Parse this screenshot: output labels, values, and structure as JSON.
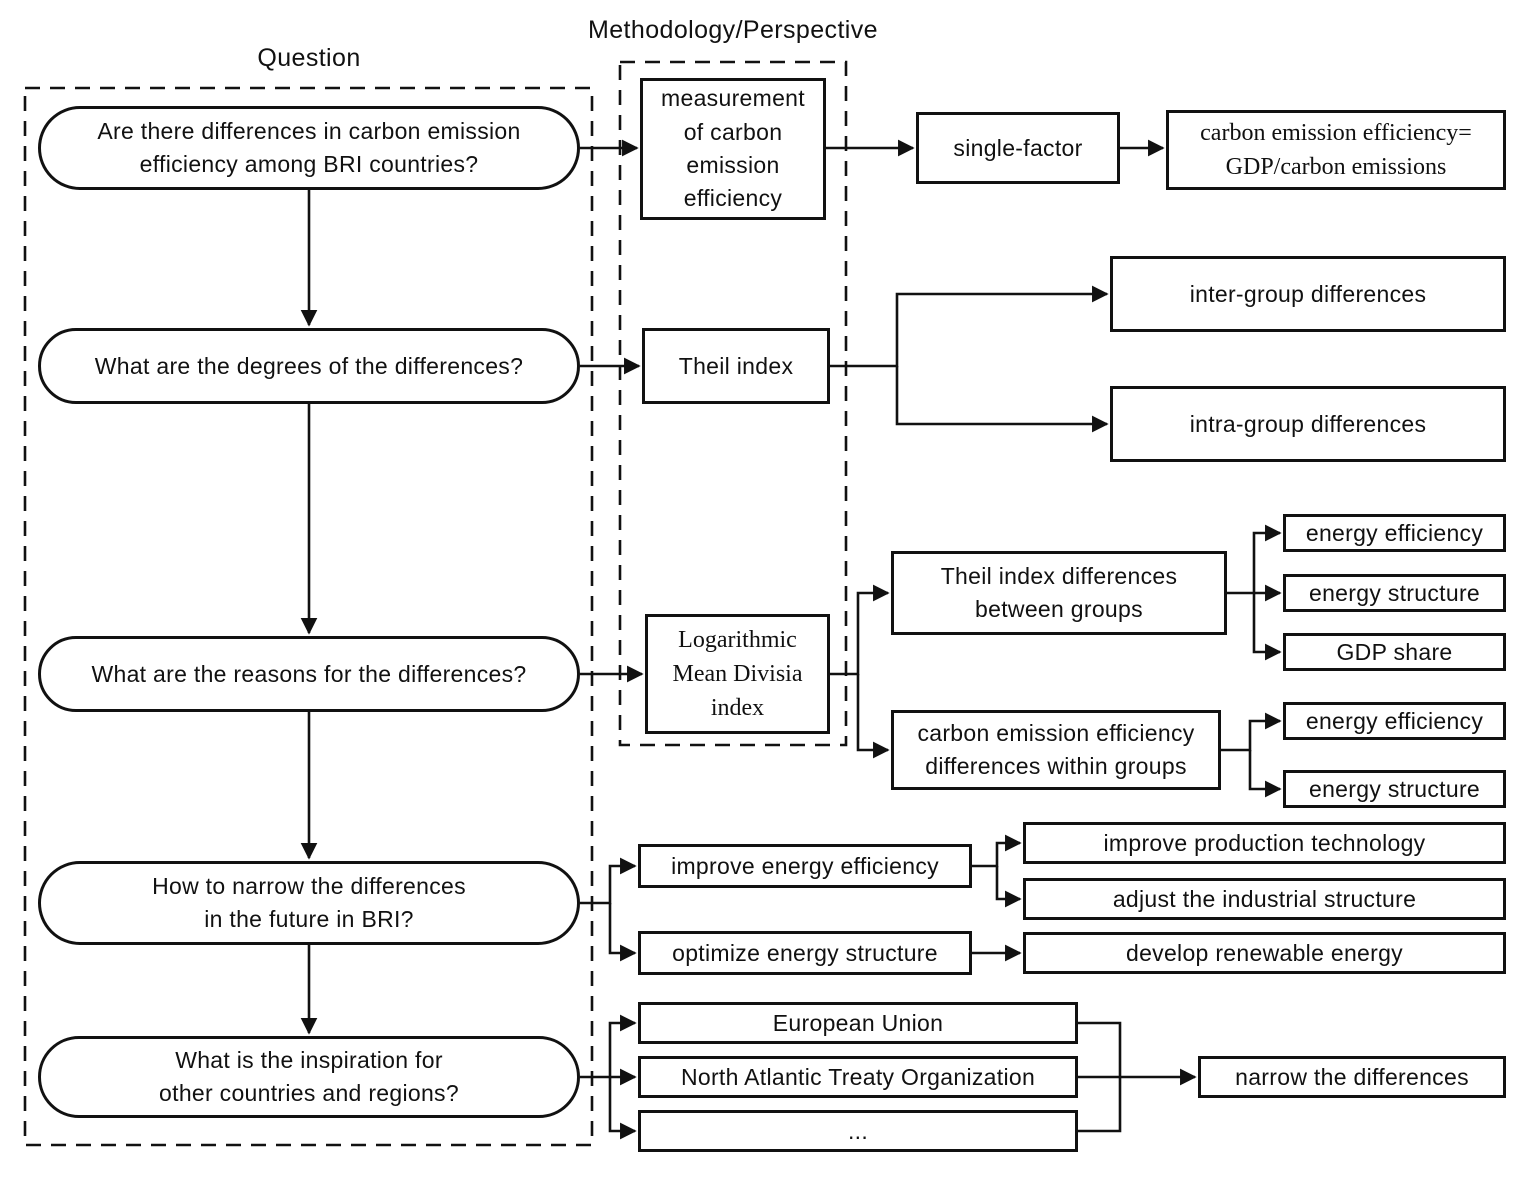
{
  "headers": {
    "question": "Question",
    "methodology": "Methodology/Perspective"
  },
  "questions": {
    "q1": "Are there differences in carbon emission\nefficiency among BRI countries?",
    "q2": "What are the degrees of the differences?",
    "q3": "What are the reasons for the differences?",
    "q4": "How to narrow the differences\nin the future in BRI?",
    "q5": "What is the inspiration for\nother countries and regions?"
  },
  "methods": {
    "measurement": "measurement\nof carbon\nemission\nefficiency",
    "theil": "Theil index",
    "lmd": "Logarithmic\nMean Divisia\nindex"
  },
  "nodes": {
    "single_factor": "single-factor",
    "cee_formula": "carbon emission efficiency=\nGDP/carbon emissions",
    "inter_group": "inter-group differences",
    "intra_group": "intra-group differences",
    "theil_between": "Theil index differences\nbetween groups",
    "between_factors": [
      "energy efficiency",
      "energy structure",
      "GDP share"
    ],
    "cee_within": "carbon emission efficiency\ndifferences within groups",
    "within_factors": [
      "energy efficiency",
      "energy structure"
    ],
    "improve_ee": "improve energy efficiency",
    "improve_production": "improve production technology",
    "adjust_industrial": "adjust the industrial structure",
    "optimize_es": "optimize energy structure",
    "develop_renewable": "develop renewable energy",
    "inspirations": [
      "European Union",
      "North Atlantic Treaty Organization",
      "..."
    ],
    "narrow": "narrow the differences"
  }
}
